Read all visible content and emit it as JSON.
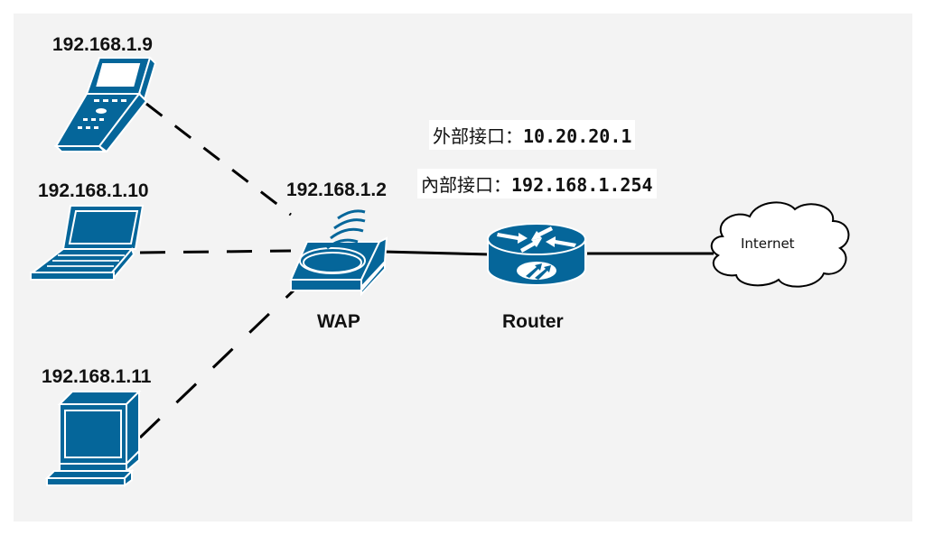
{
  "colors": {
    "device": "#05669a",
    "panel": "#f3f3f3",
    "line": "#000000"
  },
  "devices": {
    "pda": {
      "type": "pda-icon",
      "ip": "192.168.1.9"
    },
    "laptop": {
      "type": "laptop-icon",
      "ip": "192.168.1.10"
    },
    "pc": {
      "type": "workstation-icon",
      "ip": "192.168.1.11"
    },
    "wap": {
      "type": "wireless-access-point-icon",
      "ip": "192.168.1.2",
      "name": "WAP"
    },
    "router": {
      "type": "router-icon",
      "name": "Router"
    },
    "internet": {
      "type": "cloud-icon",
      "name": "Internet"
    }
  },
  "router_interfaces": {
    "external": {
      "label": "外部接口：",
      "ip": "10.20.20.1"
    },
    "internal": {
      "label": "內部接口：",
      "ip": "192.168.1.254"
    }
  },
  "links": [
    {
      "from": "pda",
      "to": "wap",
      "style": "dashed"
    },
    {
      "from": "laptop",
      "to": "wap",
      "style": "dashed"
    },
    {
      "from": "pc",
      "to": "wap",
      "style": "dashed"
    },
    {
      "from": "wap",
      "to": "router",
      "style": "solid"
    },
    {
      "from": "router",
      "to": "internet",
      "style": "solid"
    }
  ]
}
